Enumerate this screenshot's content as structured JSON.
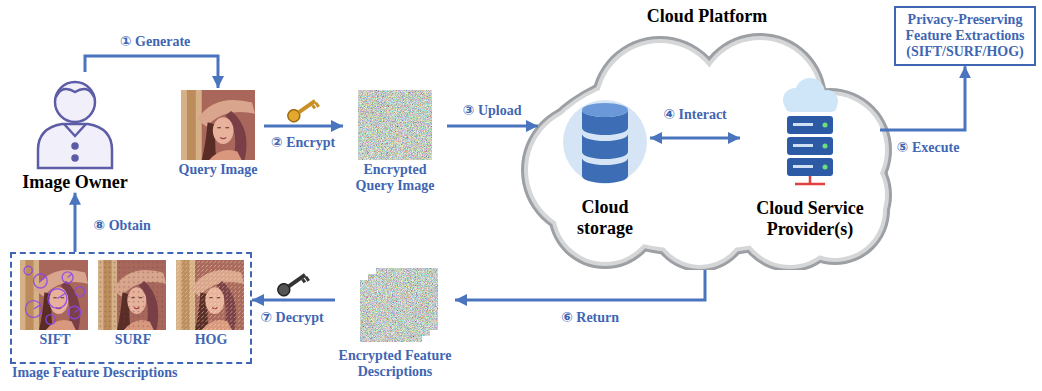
{
  "diagram": {
    "nodes": [
      {
        "text": [
          "Image Owner"
        ]
      },
      {
        "text": [
          "Query Image"
        ]
      },
      {
        "text": [
          "Encrypted Query Image"
        ]
      },
      {
        "text": [
          "Cloud Platform"
        ]
      },
      {
        "text": [
          "Cloud storage"
        ],
        "in": 3
      },
      {
        "text": [
          "Cloud Service Provider(s)"
        ],
        "in": 3
      },
      {
        "text": [
          "Privacy-Preserving Feature Extractions (SIFT/SURF/HOG)"
        ]
      },
      {
        "text": [
          "Encrypted Feature Descriptions"
        ]
      },
      {
        "text": [
          "Image Feature Descriptions"
        ]
      },
      {
        "text": [
          "SIFT"
        ],
        "in": 8
      },
      {
        "text": [
          "SURF"
        ],
        "in": 8
      },
      {
        "text": [
          "HOG"
        ],
        "in": 8
      }
    ],
    "edges": [
      {
        "from": 0,
        "to": 1,
        "label": "① Generate",
        "arrow": "to"
      },
      {
        "from": 1,
        "to": 2,
        "label": "② Encrypt",
        "arrow": "to"
      },
      {
        "from": 2,
        "to": 3,
        "label": "③ Upload",
        "arrow": "to"
      },
      {
        "from": 4,
        "to": 5,
        "label": "④ Interact",
        "arrow": "both"
      },
      {
        "from": 5,
        "to": 6,
        "label": "⑤ Execute",
        "arrow": "to"
      },
      {
        "from": 3,
        "to": 7,
        "label": "⑥ Return",
        "arrow": "to"
      },
      {
        "from": 7,
        "to": 8,
        "label": "⑦ Decrypt",
        "arrow": "to"
      },
      {
        "from": 8,
        "to": 0,
        "label": "⑧ Obtain",
        "arrow": "to"
      }
    ]
  }
}
